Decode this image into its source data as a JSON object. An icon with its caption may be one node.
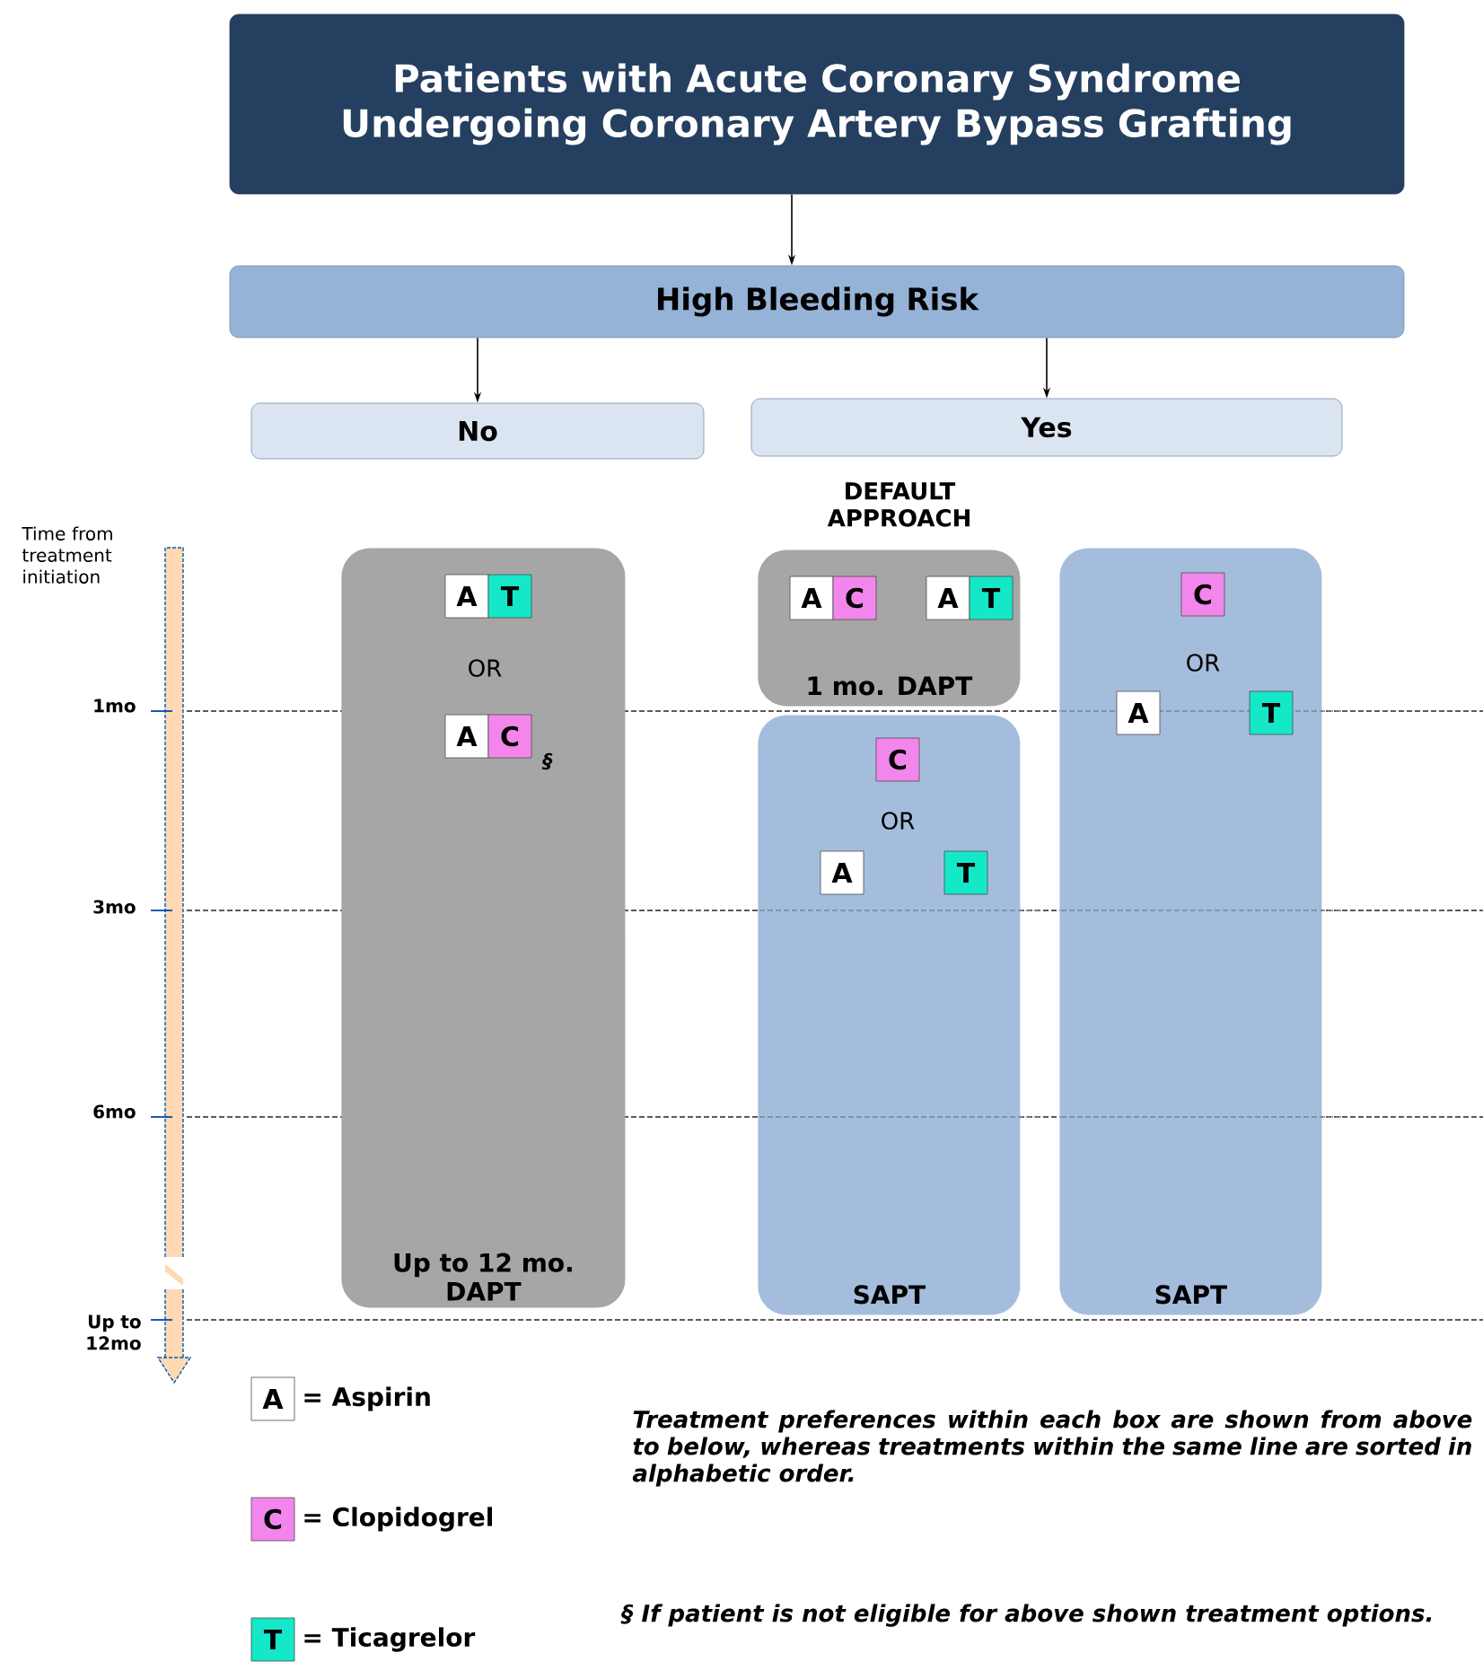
{
  "diagram": {
    "nodes": [
      {
        "text": [
          "Patients with Acute Coronary Syndrome Undergoing Coronary Artery Bypass Grafting"
        ]
      },
      {
        "text": [
          "High Bleeding Risk"
        ]
      },
      {
        "text": [
          "No"
        ]
      },
      {
        "text": [
          "Yes"
        ]
      },
      {
        "text": [
          "Up to 12 mo. DAPT"
        ]
      },
      {
        "text": [
          "A"
        ],
        "in": 4
      },
      {
        "text": [
          "T"
        ],
        "in": 4
      },
      {
        "text": [
          "A"
        ],
        "in": 4
      },
      {
        "text": [
          "C"
        ],
        "in": 4
      },
      {
        "text": [
          "DEFAULT APPROACH",
          "1 mo. DAPT"
        ]
      },
      {
        "text": [
          "A"
        ],
        "in": 9
      },
      {
        "text": [
          "C"
        ],
        "in": 9
      },
      {
        "text": [
          "A"
        ],
        "in": 9
      },
      {
        "text": [
          "T"
        ],
        "in": 9
      },
      {
        "text": [
          "SAPT"
        ]
      },
      {
        "text": [
          "C"
        ],
        "in": 14
      },
      {
        "text": [
          "A"
        ],
        "in": 14
      },
      {
        "text": [
          "T"
        ],
        "in": 14
      },
      {
        "text": [
          "SAPT"
        ]
      },
      {
        "text": [
          "C"
        ],
        "in": 18
      },
      {
        "text": [
          "A"
        ],
        "in": 18
      },
      {
        "text": [
          "T"
        ],
        "in": 18
      },
      {
        "text": [
          "A"
        ],
        "beside": [
          "= Aspirin"
        ]
      },
      {
        "text": [
          "C"
        ],
        "beside": [
          "= Clopidogrel"
        ]
      },
      {
        "text": [
          "T"
        ],
        "beside": [
          "= Ticagrelor"
        ]
      }
    ],
    "edges": [
      {
        "from": 0,
        "to": 1,
        "arrow": "to"
      },
      {
        "from": 1,
        "to": 2,
        "arrow": "to"
      },
      {
        "from": 1,
        "to": 3,
        "arrow": "to"
      }
    ],
    "labels": [
      "Time from treatment initiation",
      "OR",
      "OR",
      "1mo",
      "§",
      "OR",
      "3mo",
      "6mo",
      "Up to 12mo",
      "Treatment preferences within each box are shown from above to below, whereas treatments within the same line are sorted in alphabetic order.",
      "§ If patient is not eligible for above shown treatment options."
    ]
  }
}
